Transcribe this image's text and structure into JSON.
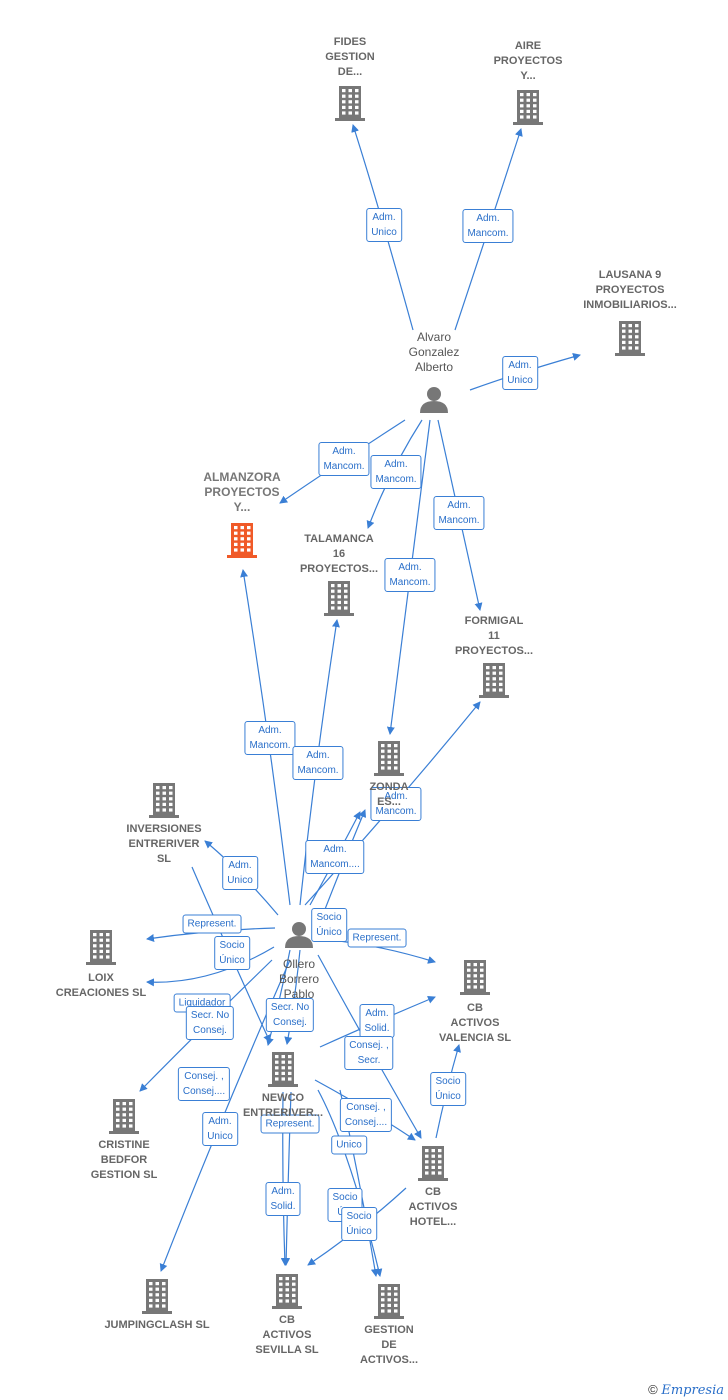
{
  "nodes": [
    {
      "id": "fides",
      "label": "FIDES\nGESTION\nDE...",
      "kind": "company"
    },
    {
      "id": "aire",
      "label": "AIRE\nPROYECTOS\nY...",
      "kind": "company"
    },
    {
      "id": "lausana",
      "label": "LAUSANA 9\nPROYECTOS\nINMOBILIARIOS...",
      "kind": "company"
    },
    {
      "id": "alvaro",
      "label": "Alvaro\nGonzalez\nAlberto",
      "kind": "person"
    },
    {
      "id": "almanzora",
      "label": "ALMANZORA\nPROYECTOS\nY...",
      "kind": "focus"
    },
    {
      "id": "talamanca",
      "label": "TALAMANCA\n16\nPROYECTOS...",
      "kind": "company"
    },
    {
      "id": "formigal",
      "label": "FORMIGAL\n11\nPROYECTOS...",
      "kind": "company"
    },
    {
      "id": "zonda",
      "label": "ZONDA\nES...",
      "kind": "company"
    },
    {
      "id": "inversiones",
      "label": "INVERSIONES\nENTRERIVER\nSL",
      "kind": "company"
    },
    {
      "id": "ollero",
      "label": "Ollero\nBorrero\nPablo",
      "kind": "person"
    },
    {
      "id": "loix",
      "label": "LOIX\nCREACIONES SL",
      "kind": "company"
    },
    {
      "id": "cbvalencia",
      "label": "CB\nACTIVOS\nVALENCIA  SL",
      "kind": "company"
    },
    {
      "id": "newco",
      "label": "NEWCO\nENTRERIVER...",
      "kind": "company"
    },
    {
      "id": "cristine",
      "label": "CRISTINE\nBEDFOR\nGESTION  SL",
      "kind": "company"
    },
    {
      "id": "cbhotel",
      "label": "CB\nACTIVOS\nHOTEL...",
      "kind": "company"
    },
    {
      "id": "jumping",
      "label": "JUMPINGCLASH SL",
      "kind": "company"
    },
    {
      "id": "cbsevilla",
      "label": "CB\nACTIVOS\nSEVILLA  SL",
      "kind": "company"
    },
    {
      "id": "gestion",
      "label": "GESTION\nDE\nACTIVOS...",
      "kind": "company"
    }
  ],
  "edges": [
    {
      "from": "alvaro",
      "to": "fides",
      "label": "Adm.\nUnico"
    },
    {
      "from": "alvaro",
      "to": "aire",
      "label": "Adm.\nMancom."
    },
    {
      "from": "alvaro",
      "to": "lausana",
      "label": "Adm.\nUnico"
    },
    {
      "from": "alvaro",
      "to": "almanzora",
      "label": "Adm.\nMancom."
    },
    {
      "from": "alvaro",
      "to": "talamanca",
      "label": "Adm.\nMancom."
    },
    {
      "from": "alvaro",
      "to": "formigal",
      "label": "Adm.\nMancom."
    },
    {
      "from": "alvaro",
      "to": "zonda",
      "label": "Adm.\nMancom."
    },
    {
      "from": "ollero",
      "to": "almanzora",
      "label": "Adm.\nMancom."
    },
    {
      "from": "ollero",
      "to": "talamanca",
      "label": "Adm.\nMancom."
    },
    {
      "from": "ollero",
      "to": "formigal",
      "label": "Adm.\nMancom."
    },
    {
      "from": "ollero",
      "to": "zonda",
      "label": "Adm.\nMancom...."
    },
    {
      "from": "ollero",
      "to": "inversiones",
      "label": "Adm.\nUnico"
    },
    {
      "from": "ollero",
      "to": "loix",
      "label": "Represent."
    },
    {
      "from": "ollero",
      "to": "zonda",
      "label": "Socio\nÚnico"
    },
    {
      "from": "ollero",
      "to": "cbvalencia",
      "label": "Represent."
    },
    {
      "from": "inversiones",
      "to": "newco",
      "label": "Socio\nÚnico"
    },
    {
      "from": "ollero",
      "to": "loix",
      "label": "Liquidador"
    },
    {
      "from": "ollero",
      "to": "newco",
      "label": "Secr.  No\nConsej."
    },
    {
      "from": "ollero",
      "to": "newco",
      "label": "Secr.  No\nConsej."
    },
    {
      "from": "ollero",
      "to": "cbvalencia",
      "label": "Adm.\nSolid."
    },
    {
      "from": "ollero",
      "to": "cbhotel",
      "label": "Consej. ,\nSecr."
    },
    {
      "from": "ollero",
      "to": "cristine",
      "label": "Consej. ,\nConsej...."
    },
    {
      "from": "cbhotel",
      "to": "cbvalencia",
      "label": "Socio\nÚnico"
    },
    {
      "from": "ollero",
      "to": "jumping",
      "label": "Adm.\nUnico"
    },
    {
      "from": "newco",
      "to": "cbhotel",
      "label": "Consej. ,\nConsej...."
    },
    {
      "from": "newco",
      "to": "cbsevilla",
      "label": "Represent."
    },
    {
      "from": "newco",
      "to": "gestion",
      "label": "Unico"
    },
    {
      "from": "ollero",
      "to": "cbsevilla",
      "label": "Adm.\nSolid."
    },
    {
      "from": "newco",
      "to": "gestion",
      "label": "Socio\nÚ..."
    },
    {
      "from": "cbhotel",
      "to": "cbsevilla",
      "label": "Socio\nÚnico"
    }
  ],
  "colors": {
    "edge": "#3a7fd5",
    "company": "#777777",
    "focus": "#f05a28",
    "person": "#777777"
  },
  "footer": {
    "copyright": "©",
    "brand": "Empresia"
  }
}
